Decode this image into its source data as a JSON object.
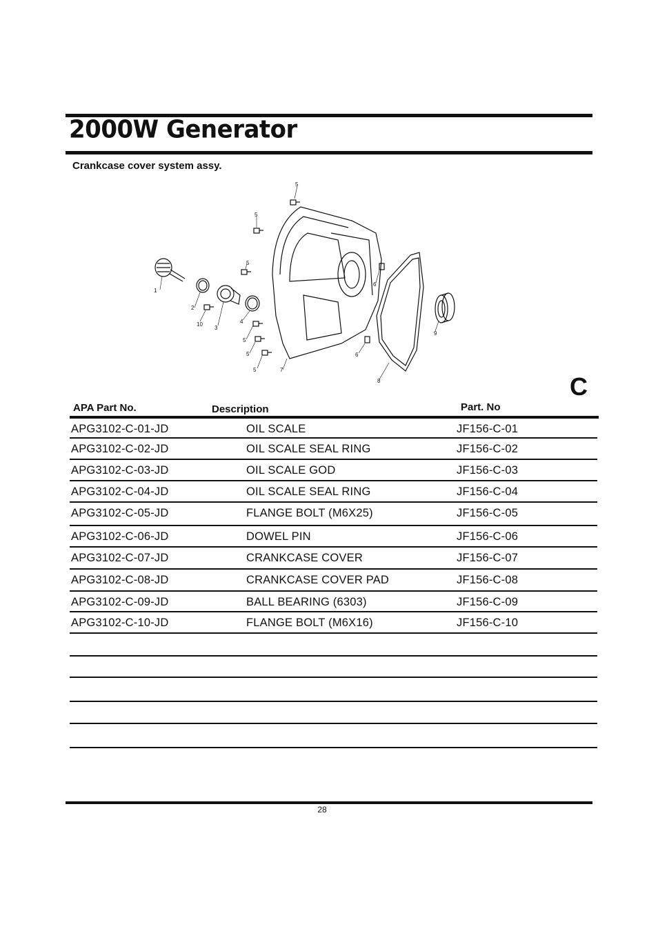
{
  "header": {
    "title": "2000W Generator",
    "subtitle": "Crankcase cover system assy."
  },
  "diagram": {
    "callouts": [
      "1",
      "2",
      "3",
      "4",
      "5",
      "5",
      "5",
      "5",
      "5",
      "5",
      "5",
      "6",
      "6",
      "7",
      "8",
      "9",
      "10"
    ]
  },
  "section_letter": "C",
  "table": {
    "headers": [
      "APA Part No.",
      "Description",
      "Part. No"
    ],
    "rows": [
      [
        "APG3102-C-01-JD",
        "OIL SCALE",
        "JF156-C-01"
      ],
      [
        "APG3102-C-02-JD",
        "OIL SCALE SEAL RING",
        "JF156-C-02"
      ],
      [
        "APG3102-C-03-JD",
        "OIL SCALE GOD",
        "JF156-C-03"
      ],
      [
        "APG3102-C-04-JD",
        "OIL SCALE SEAL RING",
        "JF156-C-04"
      ],
      [
        "APG3102-C-05-JD",
        "FLANGE BOLT (M6X25)",
        "JF156-C-05"
      ],
      [
        "APG3102-C-06-JD",
        "DOWEL PIN",
        "JF156-C-06"
      ],
      [
        "APG3102-C-07-JD",
        "CRANKCASE COVER",
        "JF156-C-07"
      ],
      [
        "APG3102-C-08-JD",
        "CRANKCASE COVER PAD",
        "JF156-C-08"
      ],
      [
        "APG3102-C-09-JD",
        "BALL BEARING (6303)",
        "JF156-C-09"
      ],
      [
        "APG3102-C-10-JD",
        "FLANGE BOLT (M6X16)",
        "JF156-C-10"
      ]
    ]
  },
  "footer": {
    "page_number": "28"
  }
}
